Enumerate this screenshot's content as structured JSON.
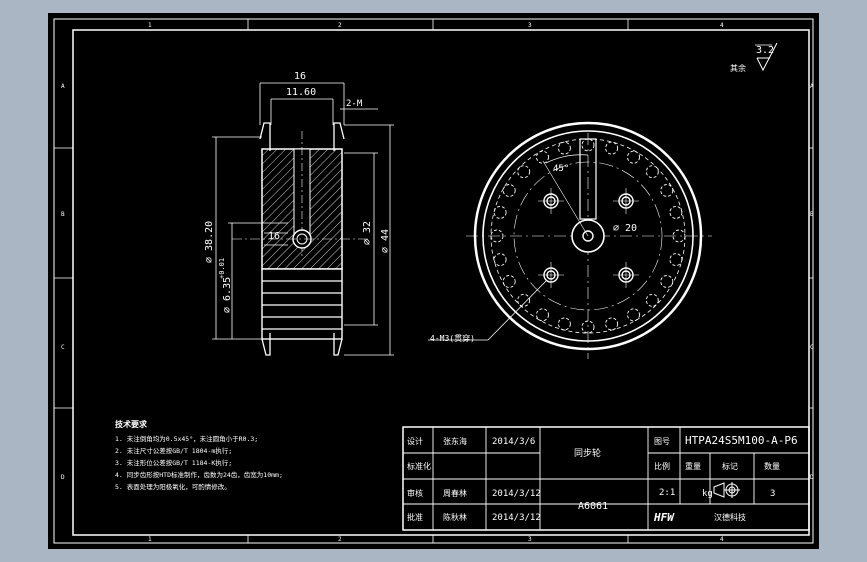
{
  "border": {
    "top_numbers": [
      "1",
      "2",
      "3",
      "4"
    ],
    "bottom_numbers": [
      "1",
      "2",
      "3",
      "4"
    ],
    "left_letters": [
      "A",
      "B",
      "C",
      "D"
    ],
    "right_letters": [
      "A",
      "B",
      "C",
      "D"
    ]
  },
  "roughness": {
    "value": "3.2",
    "label": "其余"
  },
  "dimensions": {
    "overall_width": "16",
    "inner_width": "11.60",
    "chamfer": "2-M",
    "bore_offset": "16",
    "dia_3820": "⌀ 38.20",
    "dia_635": "⌀ 6.35",
    "tolerance": "+0.01",
    "dia_32": "⌀ 32",
    "dia_44": "⌀ 44",
    "angle": "45°",
    "dia_20": "⌀ 20",
    "thread_note": "4-M3(贯穿)"
  },
  "notes": {
    "heading": "技术要求",
    "lines": [
      "1. 未注倒角均为0.5x45°，未注圆角小于R0.3;",
      "2. 未注尺寸公差按GB/T 1804-m执行;",
      "3. 未注形位公差按GB/T 1184-K执行;",
      "4. 同步齿形按HTD标准制作，齿数为24齿，齿宽为10mm;",
      "5. 表面处理为阳极氧化，可酌情修改。"
    ]
  },
  "title_block": {
    "row1_label": "设计",
    "row1_name": "张东海",
    "row1_date": "2014/3/6",
    "row2_label": "标准化",
    "part_name": "同步轮",
    "row3_label": "审核",
    "row3_name": "周春林",
    "row3_date": "2014/3/12",
    "material": "A6061",
    "row4_label": "批准",
    "row4_name": "陈秋林",
    "row4_date": "2014/3/12",
    "drawing_no_label": "图号",
    "drawing_no": "HTPA24S5M100-A-P6",
    "col_scale": "比例",
    "col_weight": "重量",
    "col_projection": "标记",
    "col_qty": "数量",
    "scale": "2:1",
    "weight_unit": "kg",
    "quantity": "3",
    "company_logo": "HFW",
    "company_name": "汉德科技"
  }
}
